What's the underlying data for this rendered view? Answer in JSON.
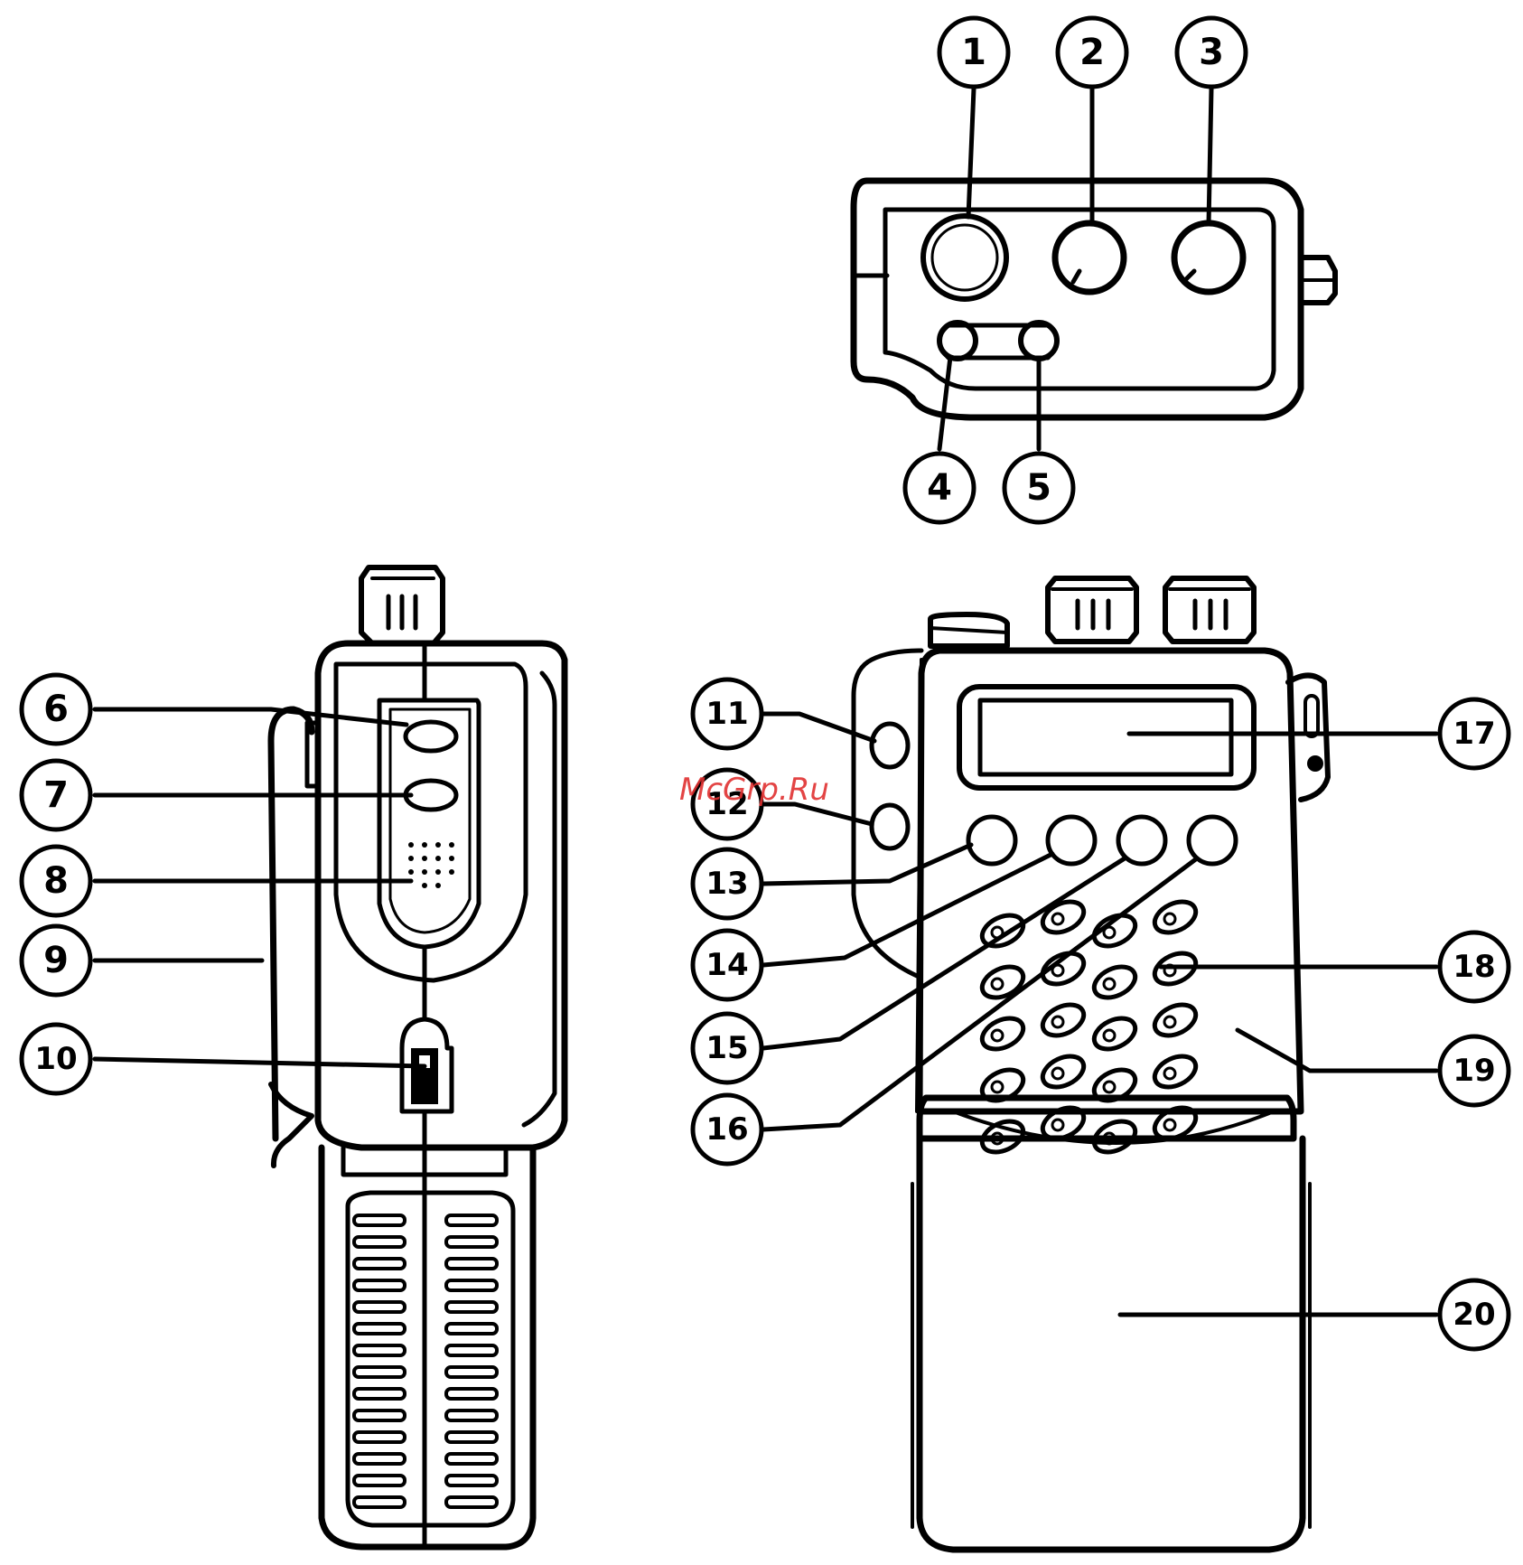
{
  "watermark": "McGrp.Ru",
  "callouts": [
    {
      "id": "c1",
      "label": "1"
    },
    {
      "id": "c2",
      "label": "2"
    },
    {
      "id": "c3",
      "label": "3"
    },
    {
      "id": "c4",
      "label": "4"
    },
    {
      "id": "c5",
      "label": "5"
    },
    {
      "id": "c6",
      "label": "6"
    },
    {
      "id": "c7",
      "label": "7"
    },
    {
      "id": "c8",
      "label": "8"
    },
    {
      "id": "c9",
      "label": "9"
    },
    {
      "id": "c10",
      "label": "10"
    },
    {
      "id": "c11",
      "label": "11"
    },
    {
      "id": "c12",
      "label": "12"
    },
    {
      "id": "c13",
      "label": "13"
    },
    {
      "id": "c14",
      "label": "14"
    },
    {
      "id": "c15",
      "label": "15"
    },
    {
      "id": "c16",
      "label": "16"
    },
    {
      "id": "c17",
      "label": "17"
    },
    {
      "id": "c18",
      "label": "18"
    },
    {
      "id": "c19",
      "label": "19"
    },
    {
      "id": "c20",
      "label": "20"
    }
  ]
}
